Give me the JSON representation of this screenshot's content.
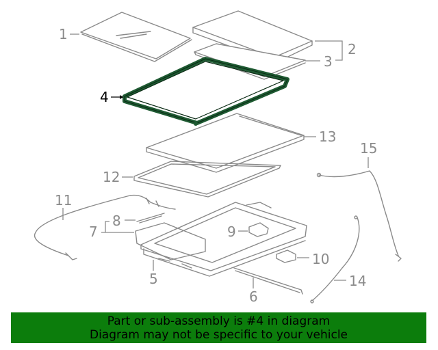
{
  "diagram": {
    "callouts": [
      "1",
      "2",
      "3",
      "4",
      "5",
      "6",
      "7",
      "8",
      "9",
      "10",
      "11",
      "12",
      "13",
      "14",
      "15"
    ],
    "highlighted_part": "4",
    "highlight_color": "#1e5a32",
    "part_line_color": "#8a8a8a"
  },
  "banner": {
    "line1": "Part or sub-assembly is #4 in diagram",
    "line2": "Diagram may not be specific to your vehicle",
    "background": "#0c7d0c"
  }
}
